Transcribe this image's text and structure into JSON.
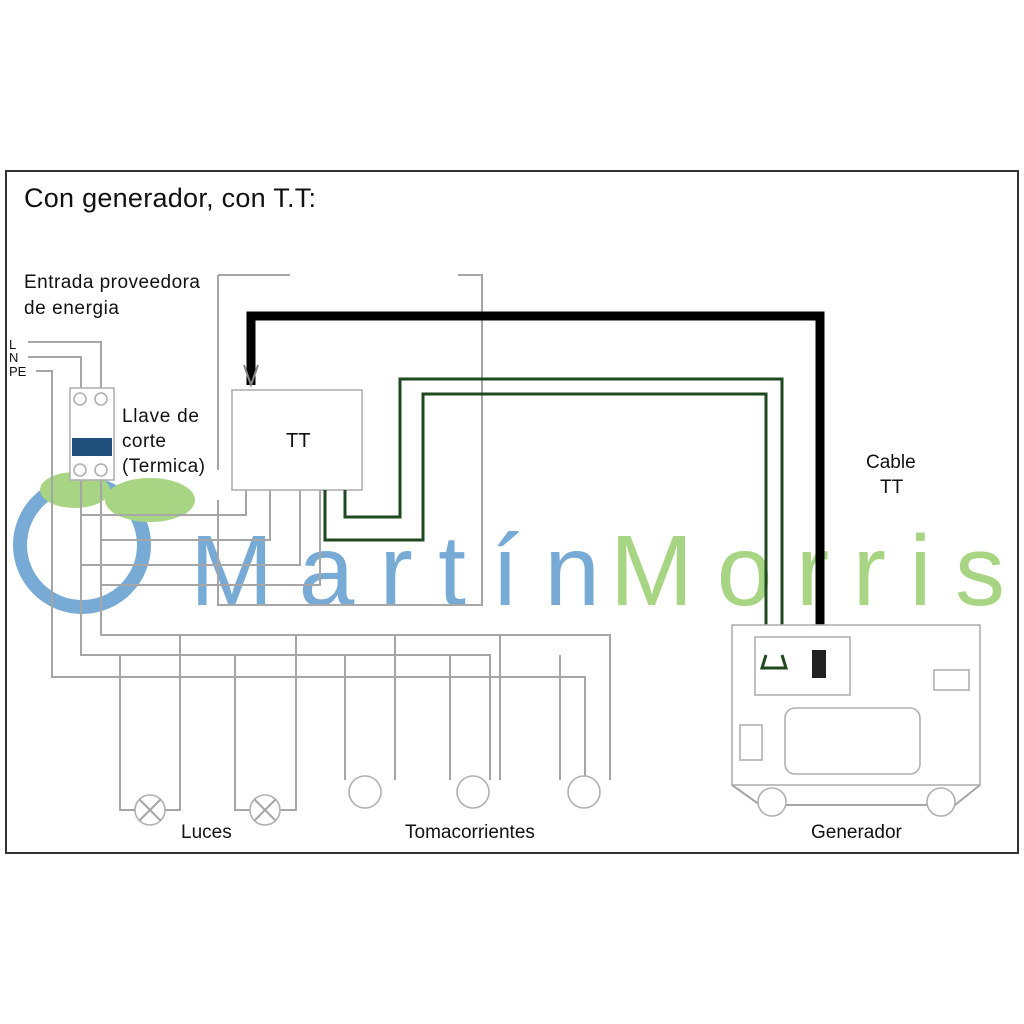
{
  "title": "Con generador, con T.T:",
  "labels": {
    "entrada_line1": "Entrada proveedora",
    "entrada_line2": "de energia",
    "L": "L",
    "N": "N",
    "PE": "PE",
    "llave_line1": "Llave de",
    "llave_line2": "corte",
    "llave_line3": "(Termica)",
    "tt": "TT",
    "cable_line1": "Cable",
    "cable_line2": "TT",
    "luces": "Luces",
    "tomacorrientes": "Tomacorrientes",
    "generador": "Generador"
  },
  "watermark": {
    "part1": "Martín",
    "part2": "Morris"
  },
  "colors": {
    "frame": "#333333",
    "wire": "#a6a6a6",
    "cable_tt": "#000000",
    "green_wire": "#1f4a1f",
    "watermark_blue": "#4a90c8",
    "watermark_green": "#8cc85a"
  }
}
